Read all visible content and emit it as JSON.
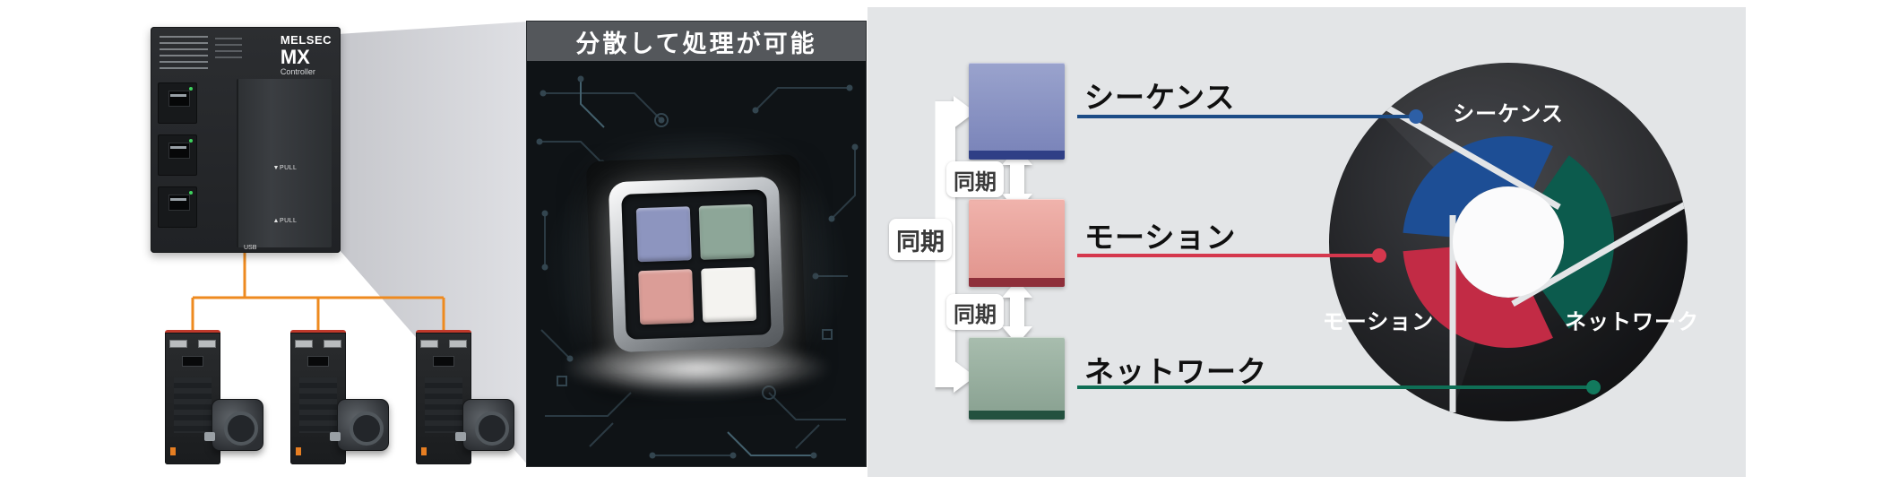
{
  "plc": {
    "brand": "MELSEC",
    "series": "MX",
    "type": "Controller",
    "pull_top_label": "▼PULL",
    "pull_bottom_label": "▲PULL",
    "usb_label": "USB"
  },
  "zoom_panel": {
    "title": "分散して処理が可能"
  },
  "sync": {
    "main": "同期",
    "pair_top": "同期",
    "pair_bottom": "同期"
  },
  "functions": [
    {
      "id": "sequence",
      "label": "シーケンス",
      "box_color": "#7b85ba",
      "edge_color": "#2f3f86",
      "line_color": "#1c4c86"
    },
    {
      "id": "motion",
      "label": "モーション",
      "box_color": "#e2968f",
      "edge_color": "#8e2f3a",
      "line_color": "#d5374d"
    },
    {
      "id": "network",
      "label": "ネットワーク",
      "box_color": "#8ba393",
      "edge_color": "#23513f",
      "line_color": "#0f6e55"
    }
  ],
  "wheel": {
    "sequence_label": "シーケンス",
    "motion_label": "モーション",
    "network_label": "ネットワーク",
    "arc_blue": "#1d4e95",
    "arc_teal": "#0c5b4d",
    "arc_red": "#c22b45"
  },
  "chip_tiles": [
    "#8d95bf",
    "#8da698",
    "#db9d97",
    "#f4f3f0"
  ],
  "wire_color": "#ee8a1f",
  "panel_bg": "#e3e5e7"
}
